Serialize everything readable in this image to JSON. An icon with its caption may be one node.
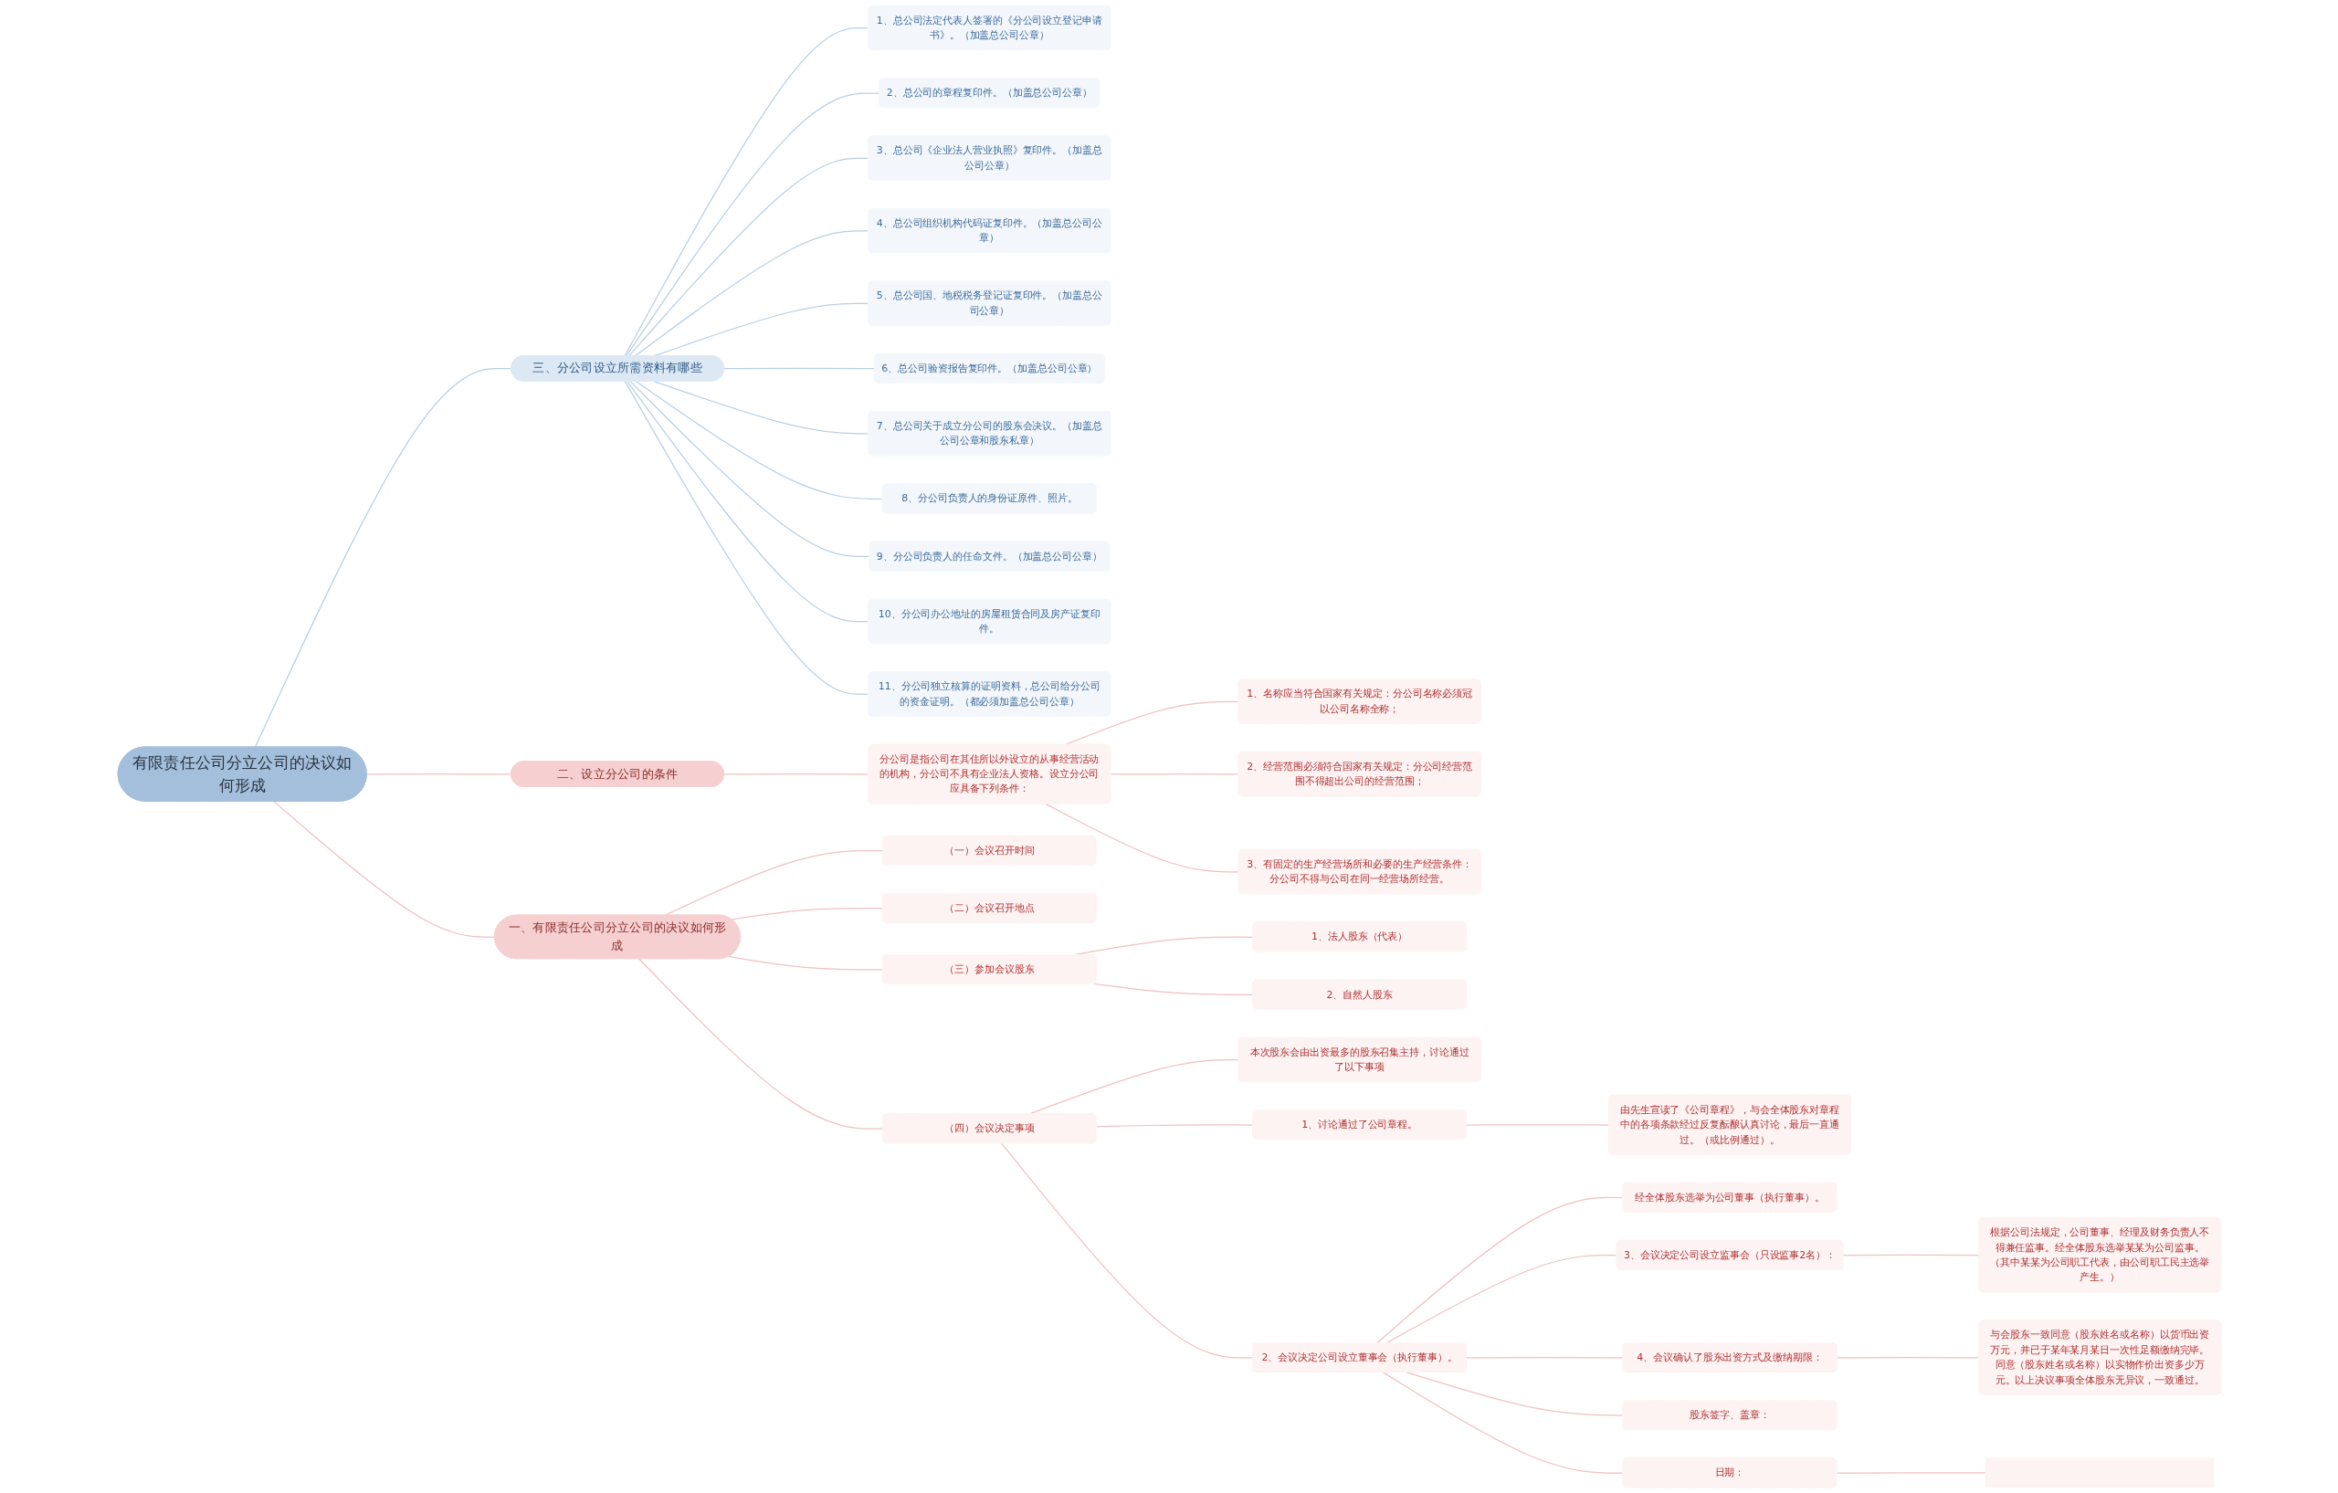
{
  "diagram": {
    "nodes": [
      {
        "text": [
          "有限责任公司分立公司的决议如何形成"
        ]
      },
      {
        "text": [
          "一、有限责任公司分立公司的决议如何形成"
        ]
      },
      {
        "text": [
          "（一）会议召开时间"
        ]
      },
      {
        "text": [
          "（二）会议召开地点"
        ]
      },
      {
        "text": [
          "（三）参加会议股东"
        ]
      },
      {
        "text": [
          "1、法人股东（代表）"
        ]
      },
      {
        "text": [
          "2、自然人股东"
        ]
      },
      {
        "text": [
          "（四）会议决定事项"
        ]
      },
      {
        "text": [
          "本次股东会由出资最多的股东召集主持，讨论通过了以下事项"
        ]
      },
      {
        "text": [
          "1、讨论通过了公司章程。"
        ]
      },
      {
        "text": [
          "由先生宣读了《公司章程》，与会全体股东对章程中的各项条款经过反复酝酿认真讨论，最后一直通过。（或比例通过）。"
        ]
      },
      {
        "text": [
          "2、会议决定公司设立董事会（执行董事）。"
        ]
      },
      {
        "text": [
          "经全体股东选举为公司董事（执行董事）。"
        ]
      },
      {
        "text": [
          "3、会议决定公司设立监事会（只设监事2名）："
        ]
      },
      {
        "text": [
          "根据公司法规定，公司董事、经理及财务负责人不得兼任监事。经全体股东选举某某为公司监事。（其中某某为公司职工代表，由公司职工民主选举产生。）"
        ]
      },
      {
        "text": [
          "4、会议确认了股东出资方式及缴纳期限："
        ]
      },
      {
        "text": [
          "与会股东一致同意（股东姓名或名称）以货币出资万元，并已于某年某月某日一次性足额缴纳完毕。同意（股东姓名或名称）以实物作价出资多少万元。以上决议事项全体股东无异议，一致通过。"
        ]
      },
      {
        "text": [
          "股东签字、盖章："
        ]
      },
      {
        "text": [
          "日期："
        ]
      },
      {
        "text": [],
        "shape": "box"
      },
      {
        "text": [
          "二、设立分公司的条件"
        ]
      },
      {
        "text": [
          "分公司是指公司在其住所以外设立的从事经营活动的机构，分公司不具有企业法人资格。设立分公司应具备下列条件："
        ]
      },
      {
        "text": [
          "1、名称应当符合国家有关规定：分公司名称必须冠以公司名称全称；"
        ]
      },
      {
        "text": [
          "2、经营范围必须符合国家有关规定：分公司经营范围不得超出公司的经营范围；"
        ]
      },
      {
        "text": [
          "3、有固定的生产经营场所和必要的生产经营条件：分公司不得与公司在同一经营场所经营。"
        ]
      },
      {
        "text": [
          "三、分公司设立所需资料有哪些"
        ]
      },
      {
        "text": [
          "1、总公司法定代表人签署的《分公司设立登记申请书》。（加盖总公司公章）"
        ]
      },
      {
        "text": [
          "2、总公司的章程复印件。（加盖总公司公章）"
        ]
      },
      {
        "text": [
          "3、总公司《企业法人营业执照》复印件。（加盖总公司公章）"
        ]
      },
      {
        "text": [
          "4、总公司组织机构代码证复印件。（加盖总公司公章）"
        ]
      },
      {
        "text": [
          "5、总公司国、地税税务登记证复印件。（加盖总公司公章）"
        ]
      },
      {
        "text": [
          "6、总公司验资报告复印件。（加盖总公司公章）"
        ]
      },
      {
        "text": [
          "7、总公司关于成立分公司的股东会决议。（加盖总公司公章和股东私章）"
        ]
      },
      {
        "text": [
          "8、分公司负责人的身份证原件、照片。"
        ]
      },
      {
        "text": [
          "9、分公司负责人的任命文件。（加盖总公司公章）"
        ]
      },
      {
        "text": [
          "10、分公司办公地址的房屋租赁合同及房产证复印件。"
        ]
      },
      {
        "text": [
          "11、分公司独立核算的证明资料，总公司给分公司的资金证明。（都必须加盖总公司公章）"
        ]
      }
    ],
    "edges": [
      {
        "from": 0,
        "to": 1,
        "arrow": "none"
      },
      {
        "from": 1,
        "to": 2,
        "arrow": "none"
      },
      {
        "from": 1,
        "to": 3,
        "arrow": "none"
      },
      {
        "from": 1,
        "to": 4,
        "arrow": "none"
      },
      {
        "from": 4,
        "to": 5,
        "arrow": "none"
      },
      {
        "from": 4,
        "to": 6,
        "arrow": "none"
      },
      {
        "from": 1,
        "to": 7,
        "arrow": "none"
      },
      {
        "from": 7,
        "to": 8,
        "arrow": "none"
      },
      {
        "from": 7,
        "to": 9,
        "arrow": "none"
      },
      {
        "from": 9,
        "to": 10,
        "arrow": "none"
      },
      {
        "from": 7,
        "to": 11,
        "arrow": "none"
      },
      {
        "from": 11,
        "to": 12,
        "arrow": "none"
      },
      {
        "from": 11,
        "to": 13,
        "arrow": "none"
      },
      {
        "from": 13,
        "to": 14,
        "arrow": "none"
      },
      {
        "from": 11,
        "to": 15,
        "arrow": "none"
      },
      {
        "from": 15,
        "to": 16,
        "arrow": "none"
      },
      {
        "from": 11,
        "to": 17,
        "arrow": "none"
      },
      {
        "from": 11,
        "to": 18,
        "arrow": "none"
      },
      {
        "from": 18,
        "to": 19,
        "arrow": "none"
      },
      {
        "from": 0,
        "to": 20,
        "arrow": "none"
      },
      {
        "from": 20,
        "to": 21,
        "arrow": "none"
      },
      {
        "from": 21,
        "to": 22,
        "arrow": "none"
      },
      {
        "from": 21,
        "to": 23,
        "arrow": "none"
      },
      {
        "from": 21,
        "to": 24,
        "arrow": "none"
      },
      {
        "from": 0,
        "to": 25,
        "arrow": "none",
        "color": "#b8cfe3"
      },
      {
        "from": 25,
        "to": 26,
        "arrow": "none",
        "color": "#b8cfe3"
      },
      {
        "from": 25,
        "to": 27,
        "arrow": "none",
        "color": "#b8cfe3"
      },
      {
        "from": 25,
        "to": 28,
        "arrow": "none",
        "color": "#b8cfe3"
      },
      {
        "from": 25,
        "to": 29,
        "arrow": "none",
        "color": "#b8cfe3"
      },
      {
        "from": 25,
        "to": 30,
        "arrow": "none",
        "color": "#b8cfe3"
      },
      {
        "from": 25,
        "to": 31,
        "arrow": "none",
        "color": "#b8cfe3"
      },
      {
        "from": 25,
        "to": 32,
        "arrow": "none",
        "color": "#b8cfe3"
      },
      {
        "from": 25,
        "to": 33,
        "arrow": "none",
        "color": "#b8cfe3"
      },
      {
        "from": 25,
        "to": 34,
        "arrow": "none",
        "color": "#b8cfe3"
      },
      {
        "from": 25,
        "to": 35,
        "arrow": "none",
        "color": "#b8cfe3"
      },
      {
        "from": 25,
        "to": 36,
        "arrow": "none",
        "color": "#b8cfe3"
      }
    ]
  }
}
